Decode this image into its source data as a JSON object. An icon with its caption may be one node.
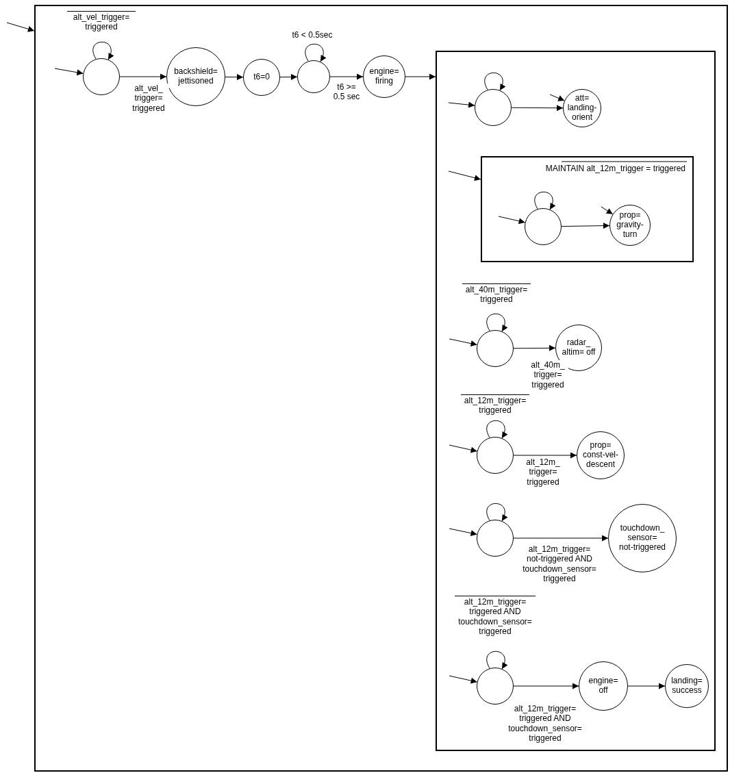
{
  "diagram": {
    "nodes": [
      {
        "text": [],
        "shape": "box"
      },
      {
        "text": [],
        "shape": "circle",
        "in": 0
      },
      {
        "text": [
          "backshield= jettisoned"
        ],
        "in": 0
      },
      {
        "text": [
          "t6=0"
        ],
        "in": 0
      },
      {
        "text": [],
        "shape": "circle",
        "in": 0
      },
      {
        "text": [
          "engine= firing"
        ],
        "in": 0
      },
      {
        "text": [],
        "shape": "box",
        "in": 0
      },
      {
        "text": [],
        "shape": "circle",
        "in": 6
      },
      {
        "text": [
          "att= landing- orient"
        ],
        "in": 6
      },
      {
        "text": [
          "MAINTAIN alt_12m_trigger = triggered"
        ],
        "in": 6
      },
      {
        "text": [],
        "shape": "circle",
        "in": 9
      },
      {
        "text": [
          "prop= gravity- turn"
        ],
        "in": 9
      },
      {
        "text": [],
        "shape": "circle",
        "in": 6
      },
      {
        "text": [
          "radar_ altim= off"
        ],
        "in": 6
      },
      {
        "text": [],
        "shape": "circle",
        "in": 6
      },
      {
        "text": [
          "prop= const-vel- descent"
        ],
        "in": 6
      },
      {
        "text": [],
        "shape": "circle",
        "in": 6
      },
      {
        "text": [
          "touchdown_ sensor= not-triggered"
        ],
        "in": 6
      },
      {
        "text": [],
        "shape": "circle",
        "in": 6
      },
      {
        "text": [
          "engine= off"
        ],
        "in": 6
      },
      {
        "text": [
          "landing= success"
        ],
        "in": 6
      }
    ],
    "edges": [
      {
        "from": null,
        "to": 0,
        "arrow": "to"
      },
      {
        "from": null,
        "to": 1,
        "arrow": "to"
      },
      {
        "from": 1,
        "to": 1,
        "arrow": "to",
        "label": "alt_vel_trigger= triggered"
      },
      {
        "from": 1,
        "to": 2,
        "arrow": "to",
        "label": "alt_vel_ trigger= triggered"
      },
      {
        "from": 2,
        "to": 3,
        "arrow": "to"
      },
      {
        "from": 3,
        "to": 4,
        "arrow": "to"
      },
      {
        "from": 4,
        "to": 4,
        "arrow": "to",
        "label": "t6 < 0.5sec"
      },
      {
        "from": 4,
        "to": 5,
        "arrow": "to",
        "label": "t6 >= 0.5 sec"
      },
      {
        "from": 5,
        "to": 6,
        "arrow": "to"
      },
      {
        "from": null,
        "to": 7,
        "arrow": "to"
      },
      {
        "from": 7,
        "to": 7,
        "arrow": "to"
      },
      {
        "from": 7,
        "to": 8,
        "arrow": "to"
      },
      {
        "from": null,
        "to": 8,
        "arrow": "to"
      },
      {
        "from": null,
        "to": 9,
        "arrow": "to"
      },
      {
        "from": null,
        "to": 10,
        "arrow": "to"
      },
      {
        "from": 10,
        "to": 10,
        "arrow": "to"
      },
      {
        "from": 10,
        "to": 11,
        "arrow": "to"
      },
      {
        "from": null,
        "to": 11,
        "arrow": "to"
      },
      {
        "from": null,
        "to": 12,
        "arrow": "to"
      },
      {
        "from": 12,
        "to": 12,
        "arrow": "to",
        "label": "alt_40m_trigger= triggered"
      },
      {
        "from": 12,
        "to": 13,
        "arrow": "to",
        "label": "alt_40m_ trigger= triggered"
      },
      {
        "from": null,
        "to": 14,
        "arrow": "to"
      },
      {
        "from": 14,
        "to": 14,
        "arrow": "to",
        "label": "alt_12m_trigger= triggered"
      },
      {
        "from": 14,
        "to": 15,
        "arrow": "to",
        "label": "alt_12m_ trigger= triggered"
      },
      {
        "from": null,
        "to": 16,
        "arrow": "to"
      },
      {
        "from": 16,
        "to": 16,
        "arrow": "to"
      },
      {
        "from": 16,
        "to": 17,
        "arrow": "to",
        "label": "alt_12m_trigger= not-triggered AND touchdown_sensor= triggered"
      },
      {
        "from": null,
        "to": 18,
        "arrow": "to"
      },
      {
        "from": 18,
        "to": 18,
        "arrow": "to",
        "label": "alt_12m_trigger= triggered AND touchdown_sensor= triggered"
      },
      {
        "from": 18,
        "to": 19,
        "arrow": "to",
        "label": "alt_12m_trigger= triggered AND touchdown_sensor= triggered"
      },
      {
        "from": 19,
        "to": 20,
        "arrow": "to"
      }
    ]
  }
}
